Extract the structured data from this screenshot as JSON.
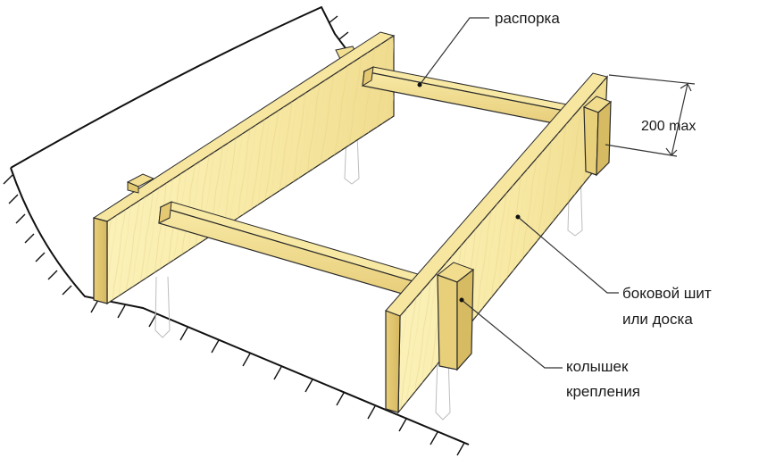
{
  "labels": {
    "spacer": "распорка",
    "dimension": "200 max",
    "side_board_line1": "боковой шит",
    "side_board_line2": "или доска",
    "stake_line1": "колышек",
    "stake_line2": "крепления"
  },
  "colors": {
    "wood_light": "#fbf3bf",
    "wood_mid": "#f4e39a",
    "wood_dark": "#e2c86e",
    "wood_shade": "#cdb25a",
    "outline": "#2a2a2a",
    "ground_line": "#111111",
    "leader": "#333333"
  }
}
